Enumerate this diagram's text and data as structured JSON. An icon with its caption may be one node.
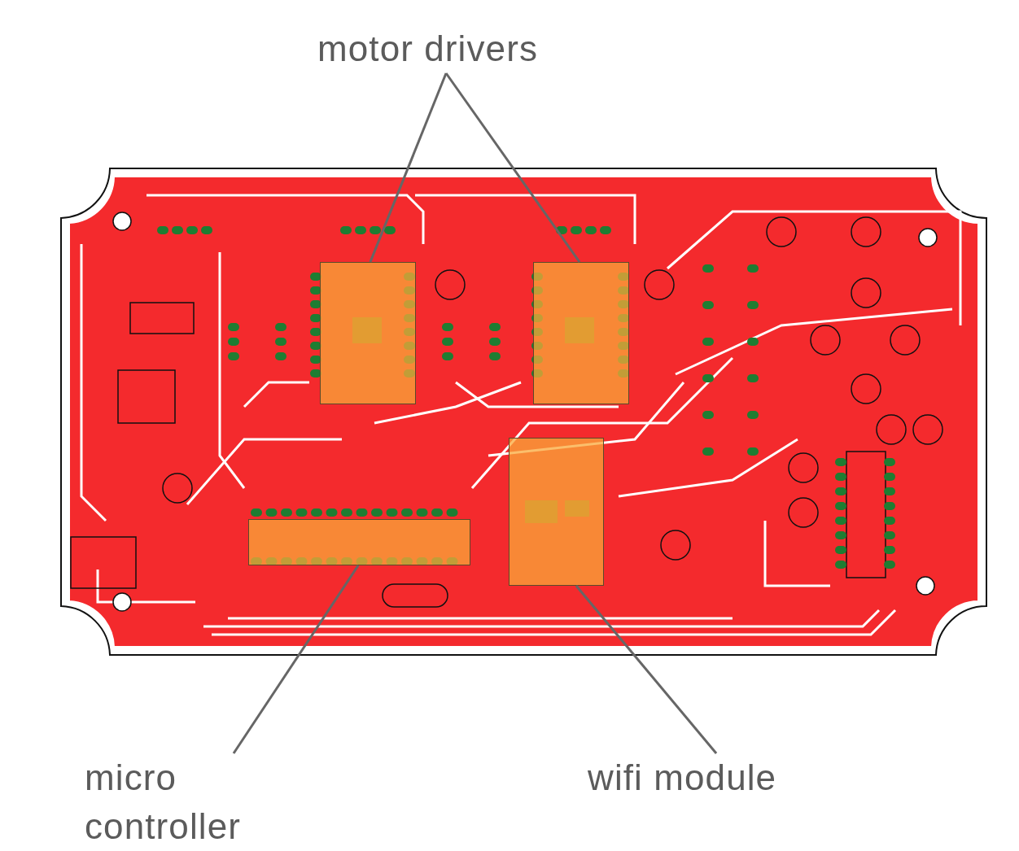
{
  "diagram": {
    "nodes": [
      {
        "text": [
          "motor drivers"
        ]
      },
      {
        "text": [
          "micro controller"
        ]
      },
      {
        "text": [
          "wifi module"
        ]
      },
      {
        "text": [],
        "shape": "box"
      },
      {
        "text": [],
        "shape": "box"
      },
      {
        "text": [],
        "shape": "box"
      },
      {
        "text": [],
        "shape": "box"
      }
    ],
    "edges": [
      {
        "from": 0,
        "to": 3,
        "arrow": "none"
      },
      {
        "from": 0,
        "to": 4,
        "arrow": "none"
      },
      {
        "from": 1,
        "to": 5,
        "arrow": "none"
      },
      {
        "from": 2,
        "to": 6,
        "arrow": "none"
      }
    ]
  }
}
